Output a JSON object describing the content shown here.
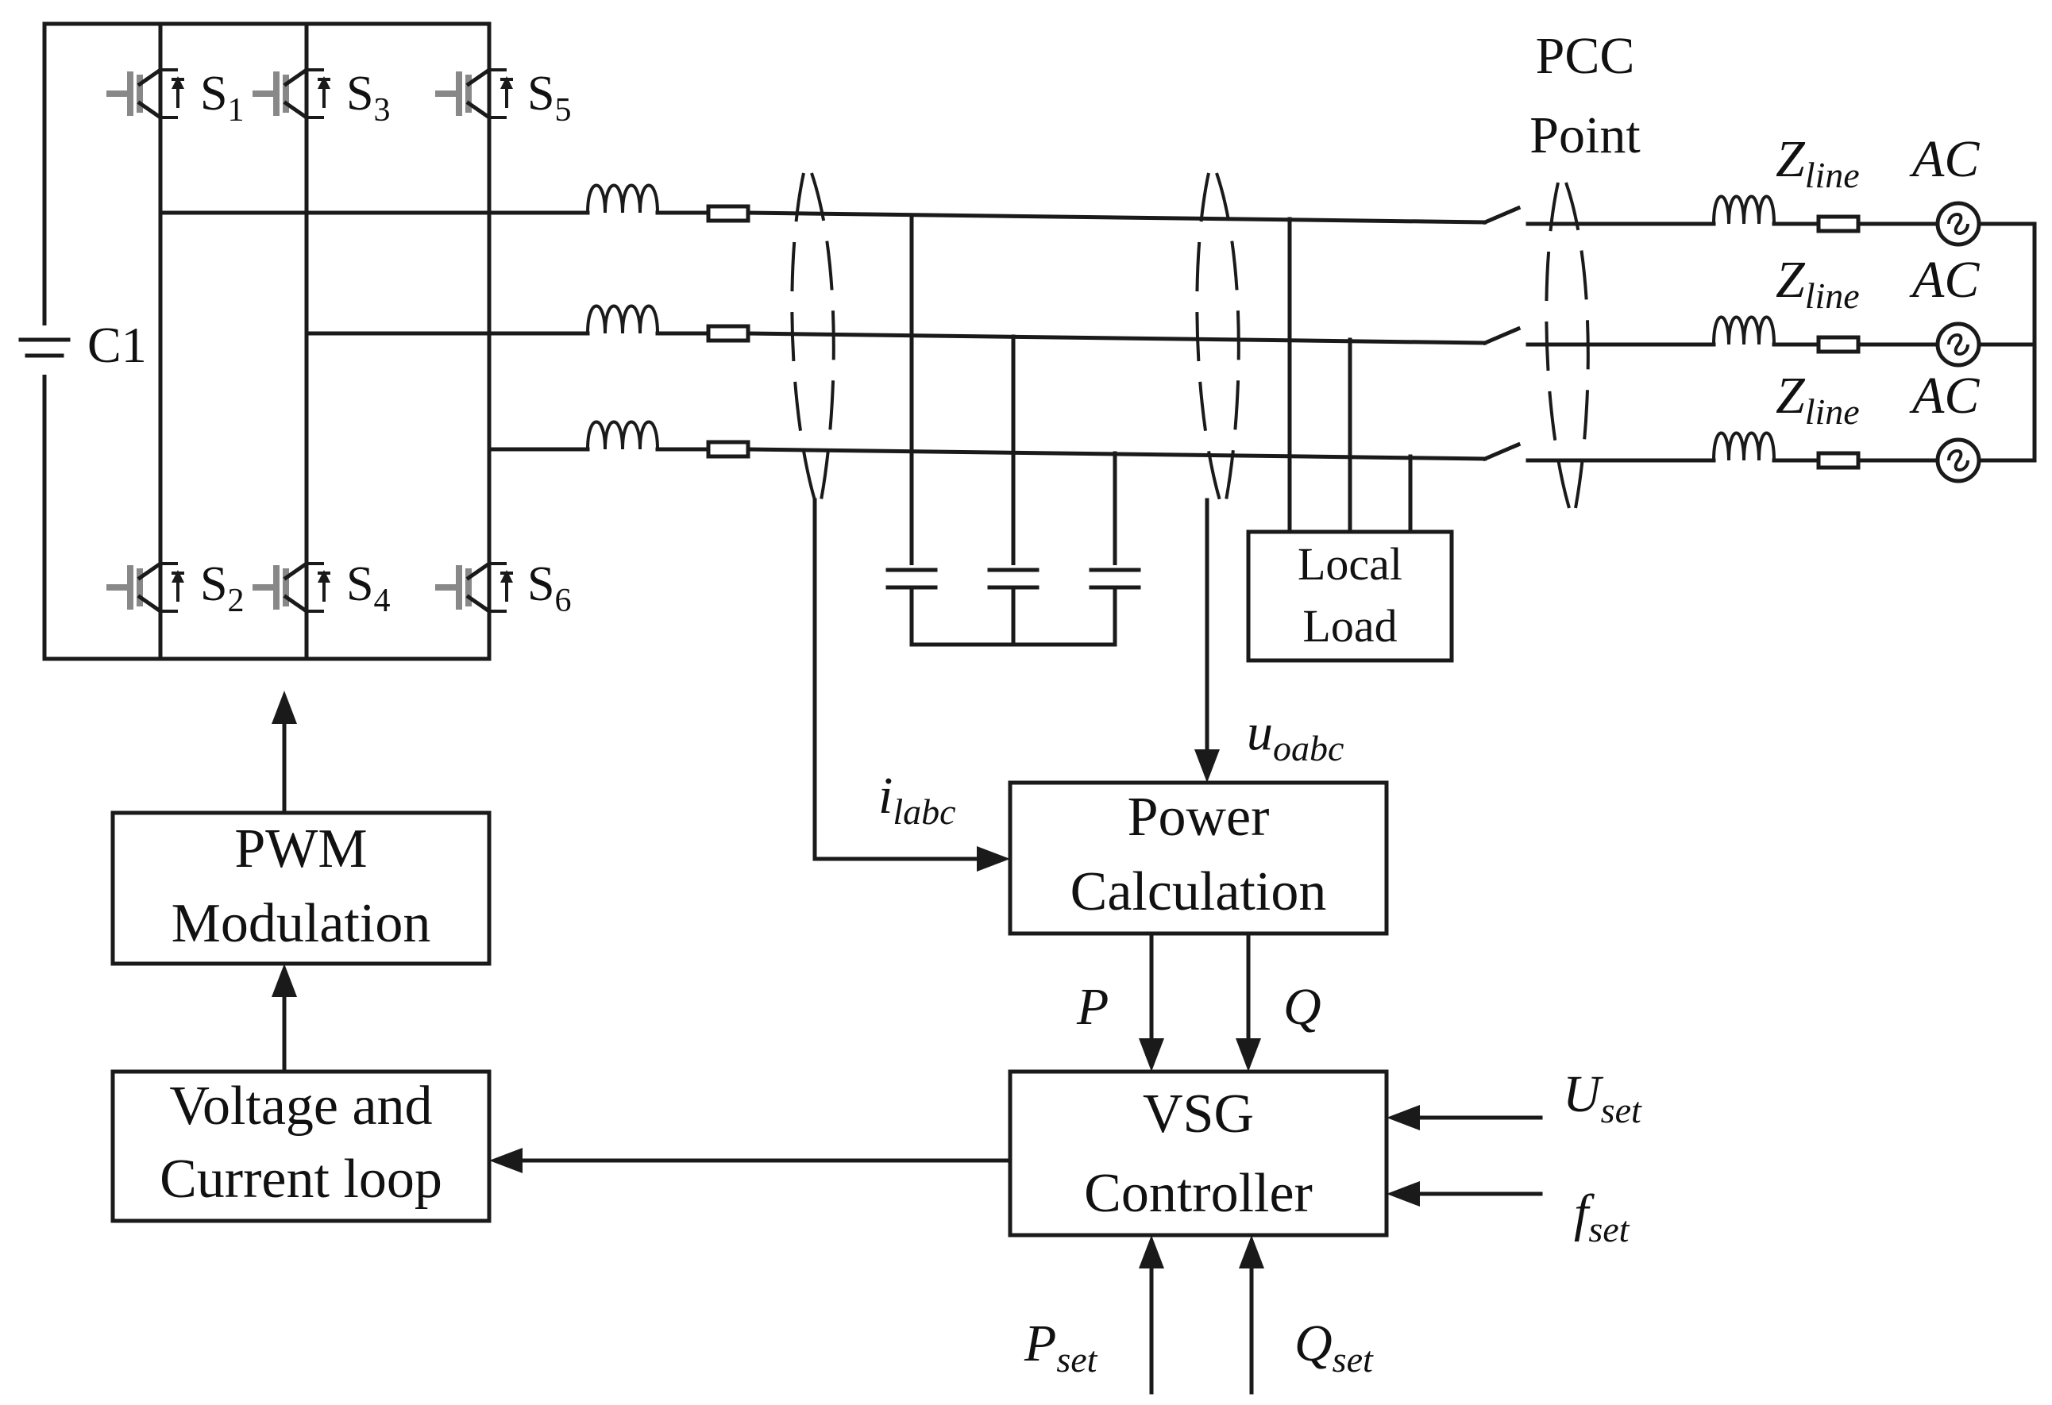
{
  "switches": [
    {
      "name": "S",
      "sub": "1"
    },
    {
      "name": "S",
      "sub": "3"
    },
    {
      "name": "S",
      "sub": "5"
    },
    {
      "name": "S",
      "sub": "2"
    },
    {
      "name": "S",
      "sub": "4"
    },
    {
      "name": "S",
      "sub": "6"
    }
  ],
  "capacitor_label": "C1",
  "pcc": {
    "line1": "PCC",
    "line2": "Point"
  },
  "grid_phases": [
    {
      "z_main": "Z",
      "z_sub": "line",
      "source": "AC"
    },
    {
      "z_main": "Z",
      "z_sub": "line",
      "source": "AC"
    },
    {
      "z_main": "Z",
      "z_sub": "line",
      "source": "AC"
    }
  ],
  "local_load": {
    "line1": "Local",
    "line2": "Load"
  },
  "blocks": {
    "pwm": {
      "line1": "PWM",
      "line2": "Modulation"
    },
    "loop": {
      "line1": "Voltage and",
      "line2": "Current loop"
    },
    "power": {
      "line1": "Power",
      "line2": "Calculation"
    },
    "vsg": {
      "line1": "VSG",
      "line2": "Controller"
    }
  },
  "signals": {
    "i_main": "i",
    "i_sub": "labc",
    "u_main": "u",
    "u_sub": "oabc",
    "p": "P",
    "q": "Q",
    "uset_main": "U",
    "uset_sub": "set",
    "fset_main": "f",
    "fset_sub": "set",
    "pset_main": "P",
    "pset_sub": "set",
    "qset_main": "Q",
    "qset_sub": "set"
  }
}
